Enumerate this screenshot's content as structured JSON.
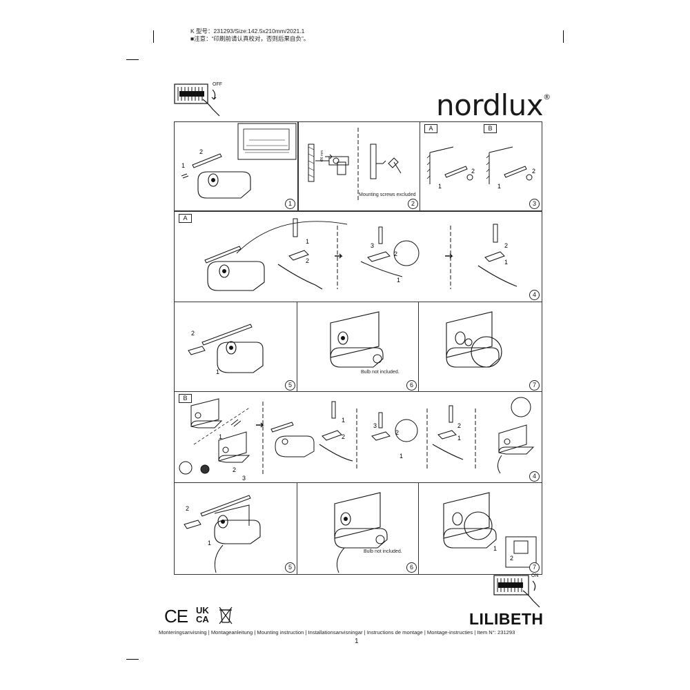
{
  "print_note": {
    "line1": "K 型号：231293/Size:142.5x210mm/2021.1",
    "line2": "■注意：“印刷前请认真校对，否则后果自负”。"
  },
  "brand": {
    "name": "nordlux",
    "mark": "®"
  },
  "switch_off_label": "OFF",
  "switch_on_label": "ON",
  "product_name": "LILIBETH",
  "certifications": {
    "ce": "CE",
    "ukca_top": "UK",
    "ukca_bottom": "CA"
  },
  "footer_text": "Monteringsanvisning | Montageanleitung | Mounting instruction | Installationsanvisningar | Instructions de montage | Montage-instructies | Item N°: 231293",
  "page_number": "1",
  "variant_labels": {
    "a": "A",
    "b": "B"
  },
  "captions": {
    "mounting_screws": "Mounting screws excluded",
    "bulb_not_included": "Bulb not included.",
    "drill_size": "Ø6 mm"
  },
  "steps": {
    "s1": "1",
    "s2": "2",
    "s3": "3",
    "s4": "4",
    "s5": "5",
    "s6": "6",
    "s7": "7"
  },
  "callouts": {
    "one": "1",
    "two": "2",
    "three": "3"
  }
}
